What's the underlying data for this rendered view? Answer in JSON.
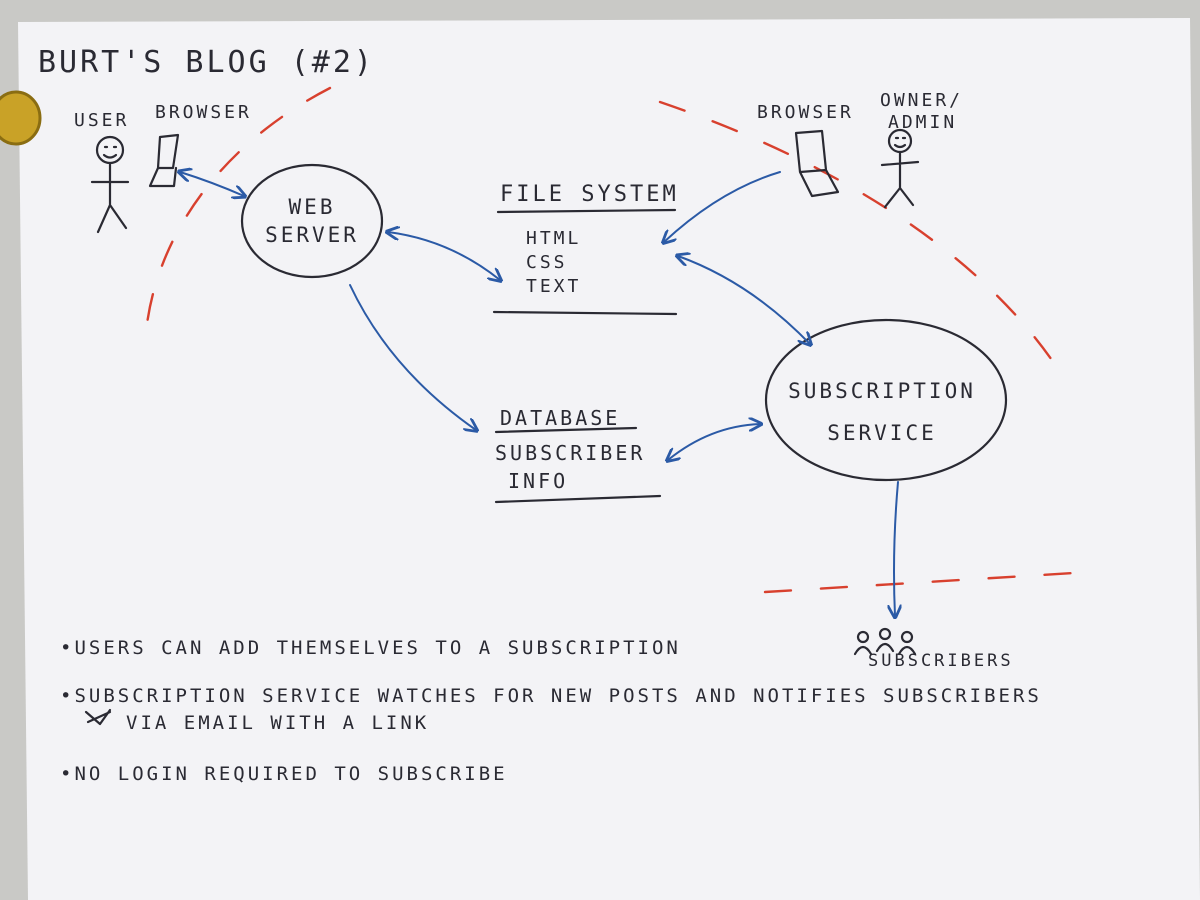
{
  "title": "BURT'S BLOG (#2)",
  "actors": {
    "user": "USER",
    "user_browser": "BROWSER",
    "admin_browser": "BROWSER",
    "owner_line1": "OWNER/",
    "owner_line2": "ADMIN"
  },
  "nodes": {
    "web_server": [
      "WEB",
      "SERVER"
    ],
    "file_system": {
      "title": "FILE SYSTEM",
      "items": [
        "HTML",
        "CSS",
        "TEXT"
      ]
    },
    "database": {
      "title": "DATABASE",
      "items": [
        "SUBSCRIBER",
        "INFO"
      ]
    },
    "subscription_service": [
      "SUBSCRIPTION",
      "SERVICE"
    ],
    "subscribers": "SUBSCRIBERS"
  },
  "notes": [
    "•USERS CAN ADD THEMSELVES TO A SUBSCRIPTION",
    "•SUBSCRIPTION SERVICE WATCHES FOR NEW POSTS AND NOTIFIES SUBSCRIBERS",
    "VIA EMAIL WITH A LINK",
    "•NO LOGIN REQUIRED TO SUBSCRIBE"
  ],
  "colors": {
    "paper": "#f3f3f6",
    "ink": "#2a2a33",
    "arrow": "#2b5aa6",
    "boundary": "#d8402e",
    "background": "#c9c9c6"
  }
}
